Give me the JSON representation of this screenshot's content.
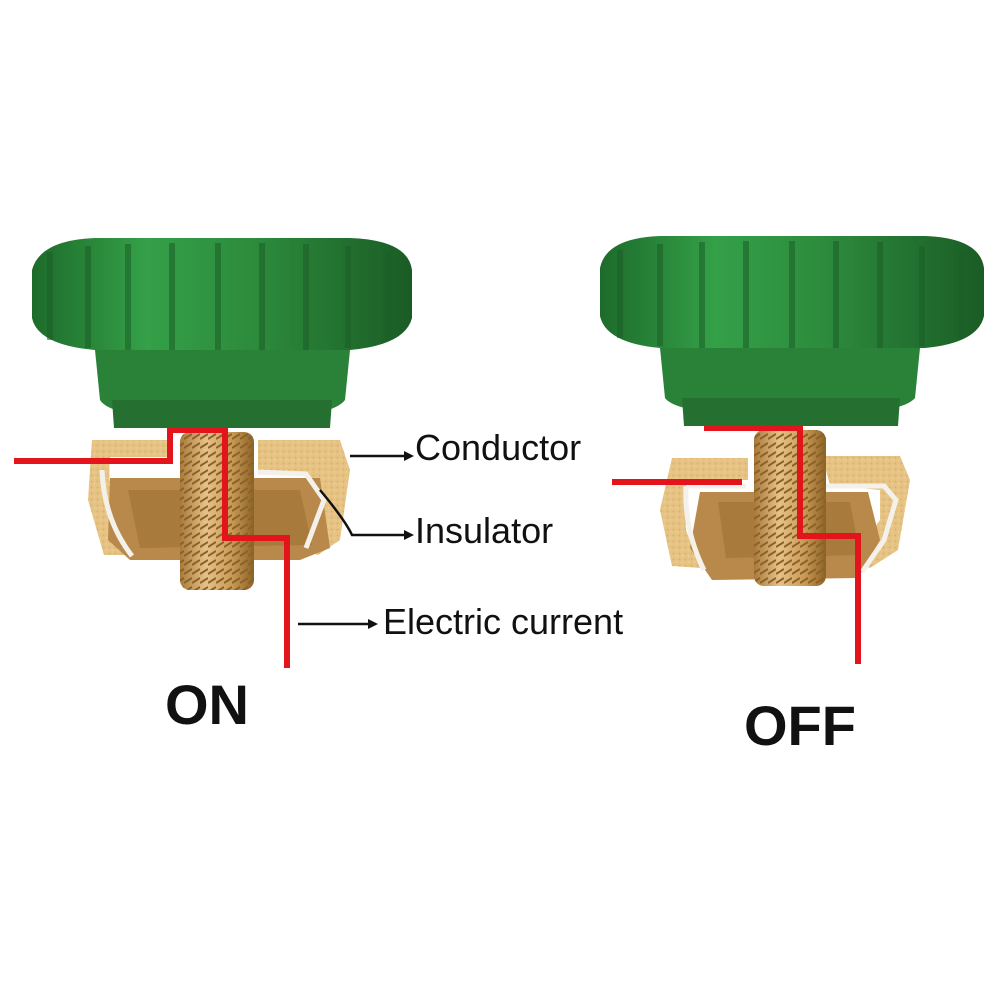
{
  "labels": {
    "conductor": "Conductor",
    "insulator": "Insulator",
    "electric_current": "Electric current"
  },
  "states": {
    "on": "ON",
    "off": "OFF"
  },
  "colors": {
    "knob_green": "#2e8b3a",
    "knob_dark": "#1f6a2a",
    "brass": "#d9b277",
    "brass_dark": "#a8793a",
    "current_red": "#e3141c",
    "insulator_white": "#f4f1ea"
  }
}
